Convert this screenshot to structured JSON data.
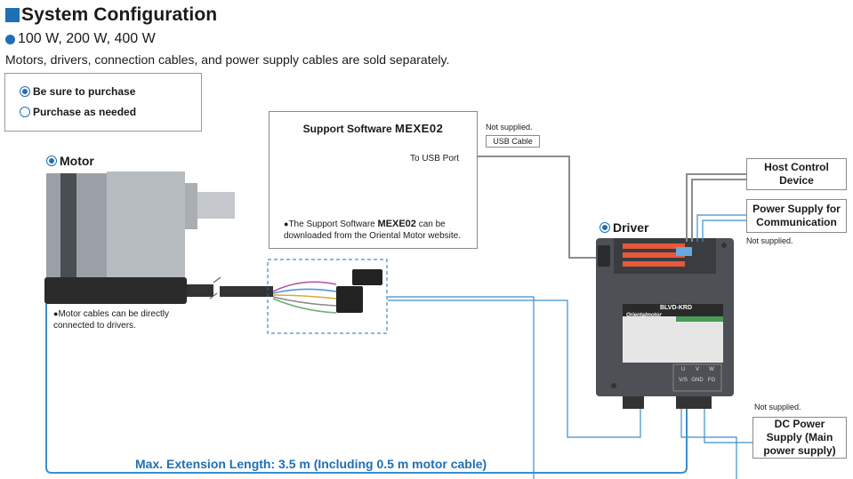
{
  "header": {
    "title": "System Configuration",
    "subtitle": "100 W, 200 W, 400 W",
    "intro": "Motors, drivers, connection cables, and power supply cables are sold separately."
  },
  "legend": {
    "purchase_required": "Be sure to purchase",
    "purchase_optional": "Purchase as needed"
  },
  "motor": {
    "label": "Motor",
    "note": "Motor cables can be directly connected to drivers."
  },
  "software": {
    "title_prefix": "Support Software ",
    "title_name": "MEXE02",
    "usb_port": "To USB Port",
    "note_prefix": "The Support Software ",
    "note_name": "MEXE02",
    "note_suffix": " can be downloaded from the Oriental Motor website."
  },
  "usb_cable": {
    "not_supplied": "Not supplied.",
    "label": "USB Cable"
  },
  "driver": {
    "label": "Driver",
    "model": "BLVD-KRD",
    "brand": "Orientalmotor",
    "terminals": [
      "U",
      "V",
      "W",
      "V/S",
      "GND",
      "FG"
    ]
  },
  "host_control": {
    "label": "Host Control Device"
  },
  "comm_power": {
    "label": "Power Supply for Communication",
    "not_supplied": "Not supplied."
  },
  "dc_power": {
    "not_supplied": "Not supplied.",
    "label": "DC Power Supply (Main power supply)"
  },
  "extension": {
    "label": "Max. Extension Length: 3.5 m (Including 0.5 m motor cable)"
  },
  "colors": {
    "accent": "#1f6fb4",
    "cable_blue": "#3a8fd0",
    "cable_gray": "#8c8c8c"
  }
}
